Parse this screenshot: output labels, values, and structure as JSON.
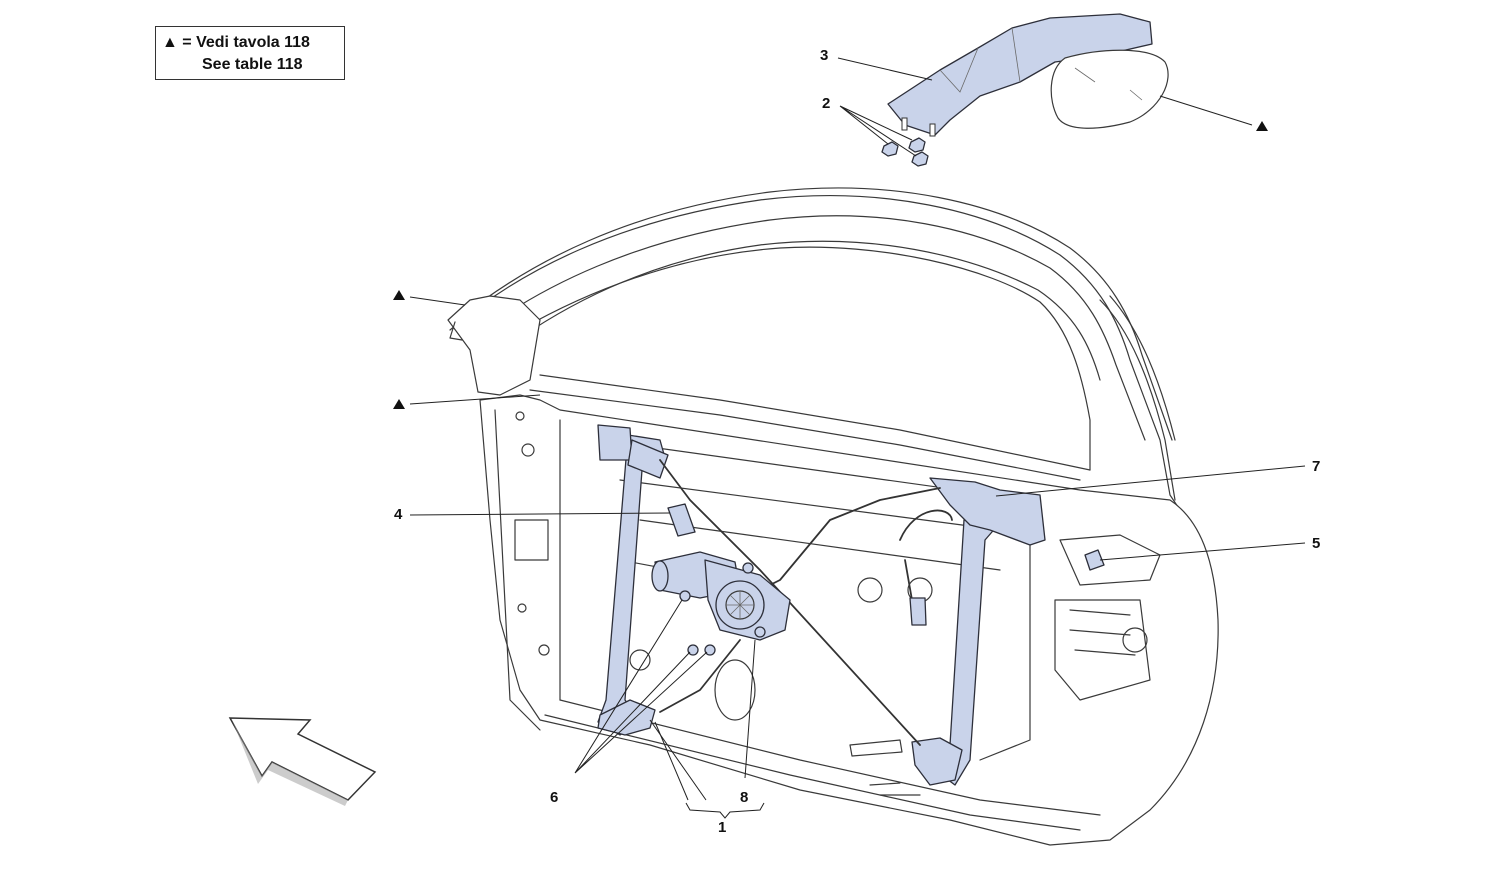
{
  "legend": {
    "symbol": "▲",
    "line1_text": "Vedi tavola 118",
    "line2_text": "See table 118"
  },
  "callouts": [
    {
      "id": "1",
      "text": "1"
    },
    {
      "id": "2",
      "text": "2"
    },
    {
      "id": "3",
      "text": "3"
    },
    {
      "id": "4",
      "text": "4"
    },
    {
      "id": "5",
      "text": "5"
    },
    {
      "id": "6",
      "text": "6"
    },
    {
      "id": "7",
      "text": "7"
    },
    {
      "id": "8",
      "text": "8"
    }
  ],
  "colors": {
    "part_fill": "#c9d3ea",
    "part_stroke": "#2d2f3a",
    "line_art": "#3a3a3a",
    "background": "#ffffff"
  },
  "icons": [
    "triangle-marker-icon",
    "direction-arrow-icon"
  ]
}
